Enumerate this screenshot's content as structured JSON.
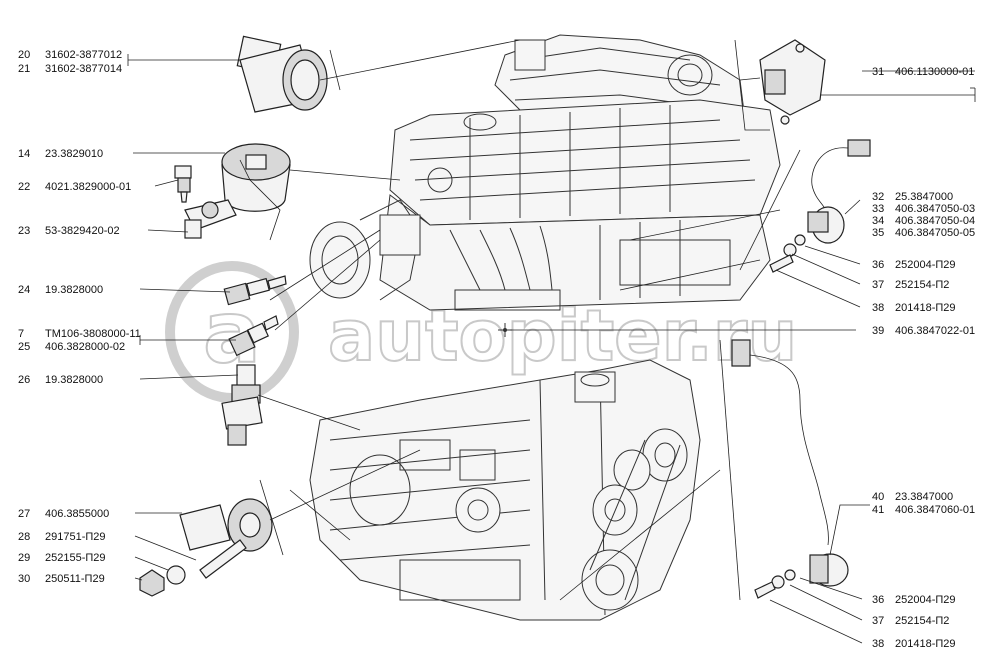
{
  "watermark": {
    "text": "autopiter.ru",
    "logo_glyph": "a"
  },
  "callouts_left": [
    {
      "num": "20",
      "code": "31602-3877012"
    },
    {
      "num": "21",
      "code": "31602-3877014"
    },
    {
      "num": "14",
      "code": "23.3829010"
    },
    {
      "num": "22",
      "code": "4021.3829000-01"
    },
    {
      "num": "23",
      "code": "53-3829420-02"
    },
    {
      "num": "24",
      "code": "19.3828000"
    },
    {
      "num": "7",
      "code": "ТМ106-3808000-11"
    },
    {
      "num": "25",
      "code": "406.3828000-02"
    },
    {
      "num": "26",
      "code": "19.3828000"
    },
    {
      "num": "27",
      "code": "406.3855000"
    },
    {
      "num": "28",
      "code": "291751-П29"
    },
    {
      "num": "29",
      "code": "252155-П29"
    },
    {
      "num": "30",
      "code": "250511-П29"
    }
  ],
  "callouts_right": [
    {
      "num": "31",
      "code": "406.1130000-01"
    },
    {
      "num": "32",
      "code": "25.3847000"
    },
    {
      "num": "33",
      "code": "406.3847050-03"
    },
    {
      "num": "34",
      "code": "406.3847050-04"
    },
    {
      "num": "35",
      "code": "406.3847050-05"
    },
    {
      "num": "36",
      "code": "252004-П29"
    },
    {
      "num": "37",
      "code": "252154-П2"
    },
    {
      "num": "38",
      "code": "201418-П29"
    },
    {
      "num": "39",
      "code": "406.3847022-01"
    },
    {
      "num": "40",
      "code": "23.3847000"
    },
    {
      "num": "41",
      "code": "406.3847060-01"
    },
    {
      "num": "36",
      "code": "252004-П29"
    },
    {
      "num": "37",
      "code": "252154-П2"
    },
    {
      "num": "38",
      "code": "201418-П29"
    }
  ]
}
